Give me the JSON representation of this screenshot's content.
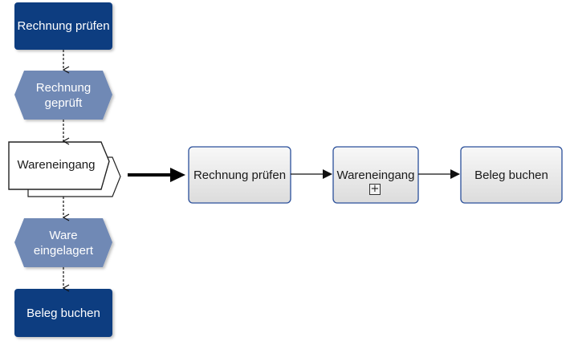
{
  "left_chain": {
    "function_top": "Rechnung prüfen",
    "event_checked": [
      "Rechnung",
      "geprüft"
    ],
    "process_interface": "Wareneingang",
    "event_stored": [
      "Ware",
      "eingelagert"
    ],
    "function_bottom": "Beleg buchen"
  },
  "right_flow": {
    "step1": "Rechnung prüfen",
    "step2": "Wareneingang",
    "step2_marker": "+",
    "step3": "Beleg buchen"
  },
  "colors": {
    "function_fill": "#0f3d80",
    "event_fill": "#7089b5",
    "activity_fill": "#eeeeee",
    "activity_border": "#2a4f9a"
  }
}
